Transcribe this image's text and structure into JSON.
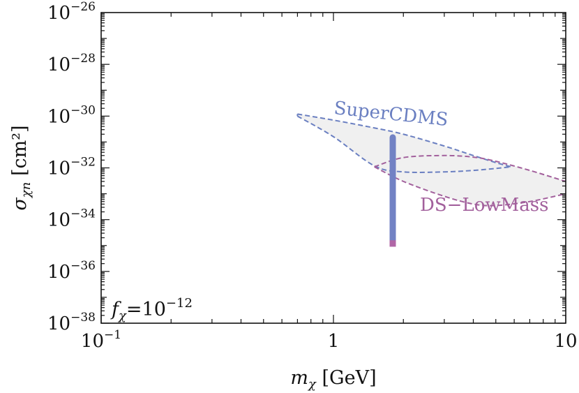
{
  "chart_data": {
    "type": "line",
    "xlabel": "m_χ [GeV]",
    "ylabel": "σ_χn [cm²]",
    "x_scale": "log",
    "y_scale": "log",
    "xlim": [
      0.1,
      10
    ],
    "ylim": [
      1e-38,
      1e-26
    ],
    "x_ticks": [
      {
        "value": 0.1,
        "label_base": "10",
        "label_exp": "−1"
      },
      {
        "value": 1,
        "label_base": "1",
        "label_exp": ""
      },
      {
        "value": 10,
        "label_base": "10",
        "label_exp": ""
      }
    ],
    "y_ticks": [
      {
        "value": 1e-38,
        "label_base": "10",
        "label_exp": "−38"
      },
      {
        "value": 1e-36,
        "label_base": "10",
        "label_exp": "−36"
      },
      {
        "value": 1e-34,
        "label_base": "10",
        "label_exp": "−34"
      },
      {
        "value": 1e-32,
        "label_base": "10",
        "label_exp": "−32"
      },
      {
        "value": 1e-30,
        "label_base": "10",
        "label_exp": "−30"
      },
      {
        "value": 1e-28,
        "label_base": "10",
        "label_exp": "−28"
      },
      {
        "value": 1e-26,
        "label_base": "10",
        "label_exp": "−26"
      }
    ],
    "grid": false,
    "annotation": {
      "f_symbol": "f",
      "f_subscript": "χ",
      "equals": "=10",
      "exponent": "−12"
    },
    "series": [
      {
        "name": "SuperCDMS",
        "color": "#6a7fc1",
        "style": "dashed",
        "fill": "#f0f0f0",
        "upper": {
          "x": [
            0.7,
            1.0,
            1.5,
            2.0,
            3.0,
            4.0,
            5.0,
            5.8
          ],
          "y": [
            1.2e-30,
            7e-31,
            3.5e-31,
            2e-31,
            7e-32,
            3e-32,
            1.6e-32,
            1.1e-32
          ]
        },
        "lower": {
          "x": [
            0.7,
            1.0,
            1.5,
            2.0,
            3.0,
            4.0,
            5.0,
            5.8
          ],
          "y": [
            1e-30,
            1.6e-31,
            1.2e-32,
            7e-33,
            7e-33,
            8e-33,
            9.5e-33,
            1.1e-32
          ]
        }
      },
      {
        "name": "DS−LowMass",
        "color": "#a2609c",
        "style": "dashed",
        "fill": "#f0f0f0",
        "upper": {
          "x": [
            1.5,
            2.0,
            3.0,
            4.0,
            5.0,
            7.0,
            10.0
          ],
          "y": [
            1.1e-32,
            2.5e-32,
            3e-32,
            2.6e-32,
            1.8e-32,
            8e-33,
            3e-33
          ]
        },
        "lower": {
          "x": [
            1.5,
            2.0,
            3.0,
            4.0,
            5.0,
            7.0,
            10.0
          ],
          "y": [
            1.1e-32,
            3e-33,
            8e-34,
            4e-34,
            3.5e-34,
            5e-34,
            1e-33
          ]
        }
      }
    ],
    "band": {
      "x": 1.8,
      "color": "#7282c4",
      "end_color": "#b066a6",
      "y_top": 1.5e-31,
      "y_bottom": 9e-36,
      "end_from": 1.6e-35
    }
  }
}
